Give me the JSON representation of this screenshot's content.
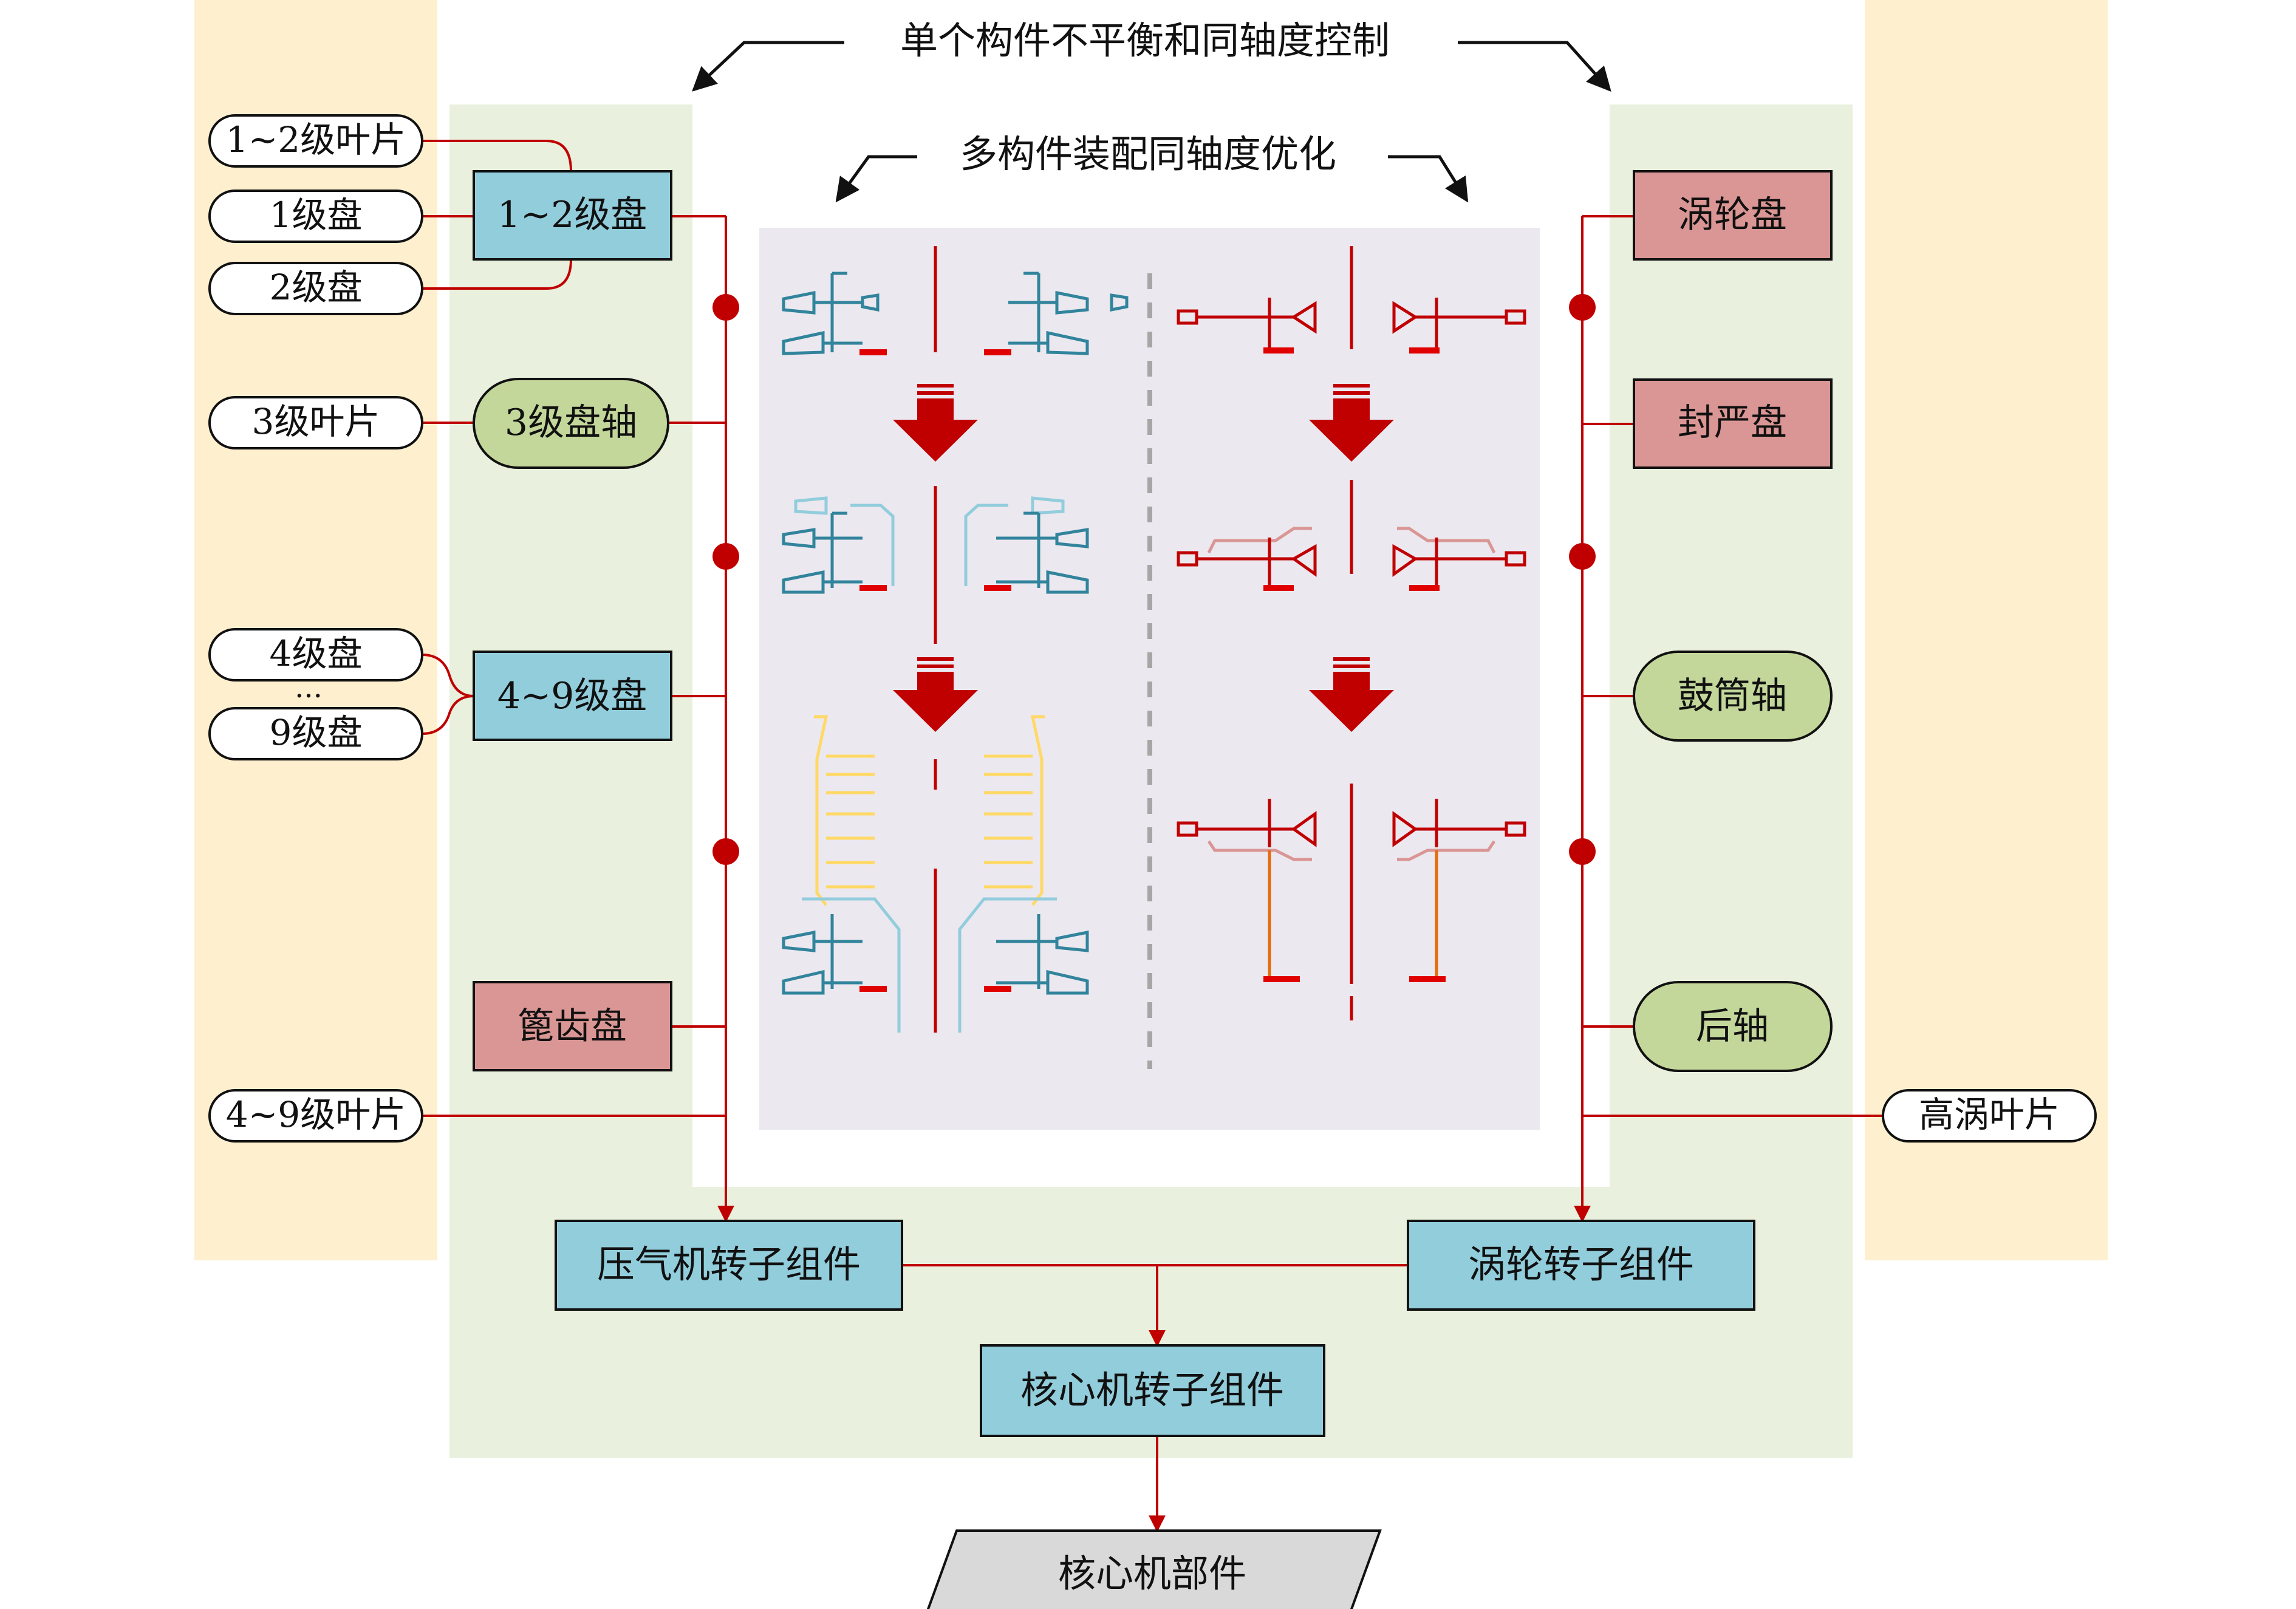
{
  "titles": {
    "top": "单个构件不平衡和同轴度控制",
    "middle": "多构件装配同轴度优化"
  },
  "left_parts": {
    "blade_1_2": "1~2级叶片",
    "disk_1": "1级盘",
    "disk_2": "2级盘",
    "blade_3": "3级叶片",
    "disk_4": "4级盘",
    "ellipsis": "...",
    "disk_9": "9级盘",
    "blade_4_9": "4~9级叶片"
  },
  "compressor": {
    "disk_1_2": "1~2级盘",
    "disk_shaft_3": "3级盘轴",
    "disk_4_9": "4~9级盘",
    "curvic_disk": "篦齿盘"
  },
  "turbine": {
    "turbine_disk": "涡轮盘",
    "seal_disk": "封严盘",
    "drum_shaft": "鼓筒轴",
    "rear_shaft": "后轴"
  },
  "right_parts": {
    "hp_turbine_blade": "高涡叶片"
  },
  "assemblies": {
    "compressor_rotor": "压气机转子组件",
    "turbine_rotor": "涡轮转子组件",
    "core_rotor": "核心机转子组件",
    "core_part": "核心机部件"
  },
  "colors": {
    "yellow_bg": "#FEF0CF",
    "green_bg": "#E9F0DD",
    "inner_bg": "#ECE8F0",
    "line_red": "#C00000",
    "blue_box": "#92CDDC",
    "red_box": "#DA9694",
    "green_box": "#C4D79B",
    "gray_box": "#D9D9D9",
    "teal_part": "#31849B",
    "light_blue_part": "#92CDDC",
    "yellow_part": "#FFD966",
    "orange_part": "#E46C0A",
    "pink_part": "#D99694"
  }
}
